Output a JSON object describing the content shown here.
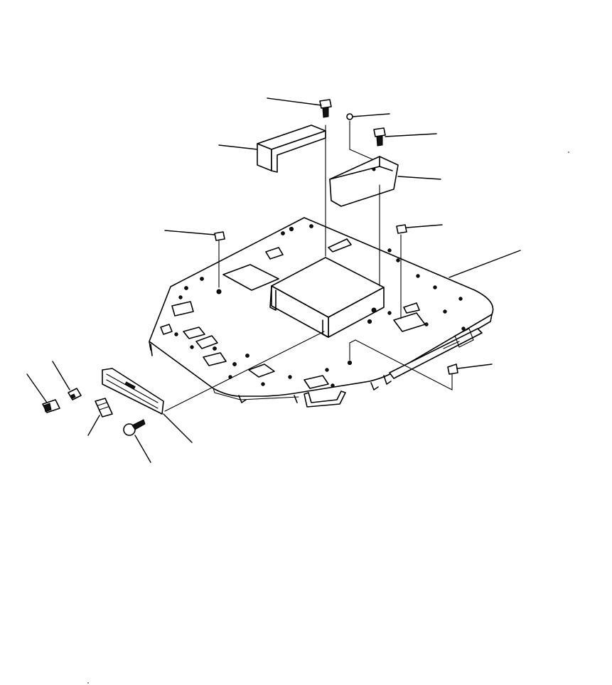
{
  "diagram": {
    "kind": "exploded-parts-view",
    "colors": {
      "ink": "#000000",
      "paper": "#ffffff"
    },
    "leaders": [
      {
        "id": "leader-top-bolt"
      },
      {
        "id": "leader-small-nut"
      },
      {
        "id": "leader-right-bolt"
      },
      {
        "id": "leader-left-cover"
      },
      {
        "id": "leader-right-cover"
      },
      {
        "id": "leader-left-nut"
      },
      {
        "id": "leader-right-nut"
      },
      {
        "id": "leader-floor-plate"
      },
      {
        "id": "leader-lower-right-nut"
      },
      {
        "id": "leader-front-bolt"
      },
      {
        "id": "leader-front-clip"
      },
      {
        "id": "leader-front-spacer"
      },
      {
        "id": "leader-front-screw"
      },
      {
        "id": "leader-step-bracket"
      }
    ]
  }
}
